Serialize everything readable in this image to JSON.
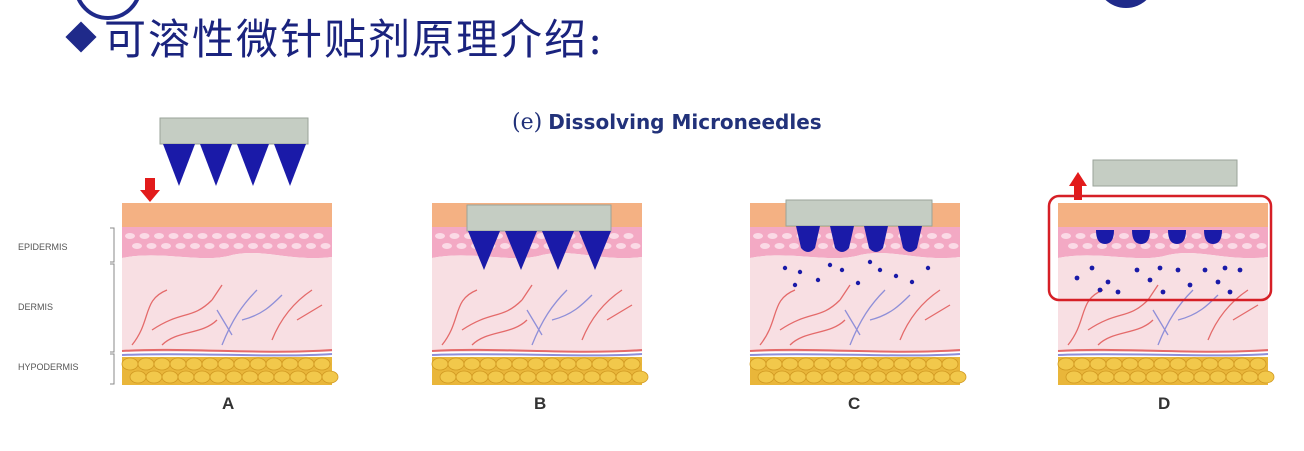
{
  "slide": {
    "title": "可溶性微针贴剂原理介绍:"
  },
  "figure": {
    "paren_label": "(e)",
    "caption": "Dissolving Microneedles",
    "layer_labels": [
      "EPIDERMIS",
      "DERMIS",
      "HYPODERMIS"
    ],
    "panels": [
      {
        "letter": "A"
      },
      {
        "letter": "B"
      },
      {
        "letter": "C"
      },
      {
        "letter": "D"
      }
    ]
  },
  "colors": {
    "title_text": "#1a237e",
    "bullet": "#1f2a8a",
    "stratum": "#f4b183",
    "epidermis": "#f3a9c4",
    "dermis": "#f8dfe3",
    "hypodermis": "#f2c84b",
    "needle": "#1a1aa8",
    "patch": "#c5cdc3",
    "arrow": "#e21b1b",
    "highlight_box": "#d61f26",
    "vessel_red": "#e46a6a",
    "vessel_blue": "#8f8fd8"
  }
}
